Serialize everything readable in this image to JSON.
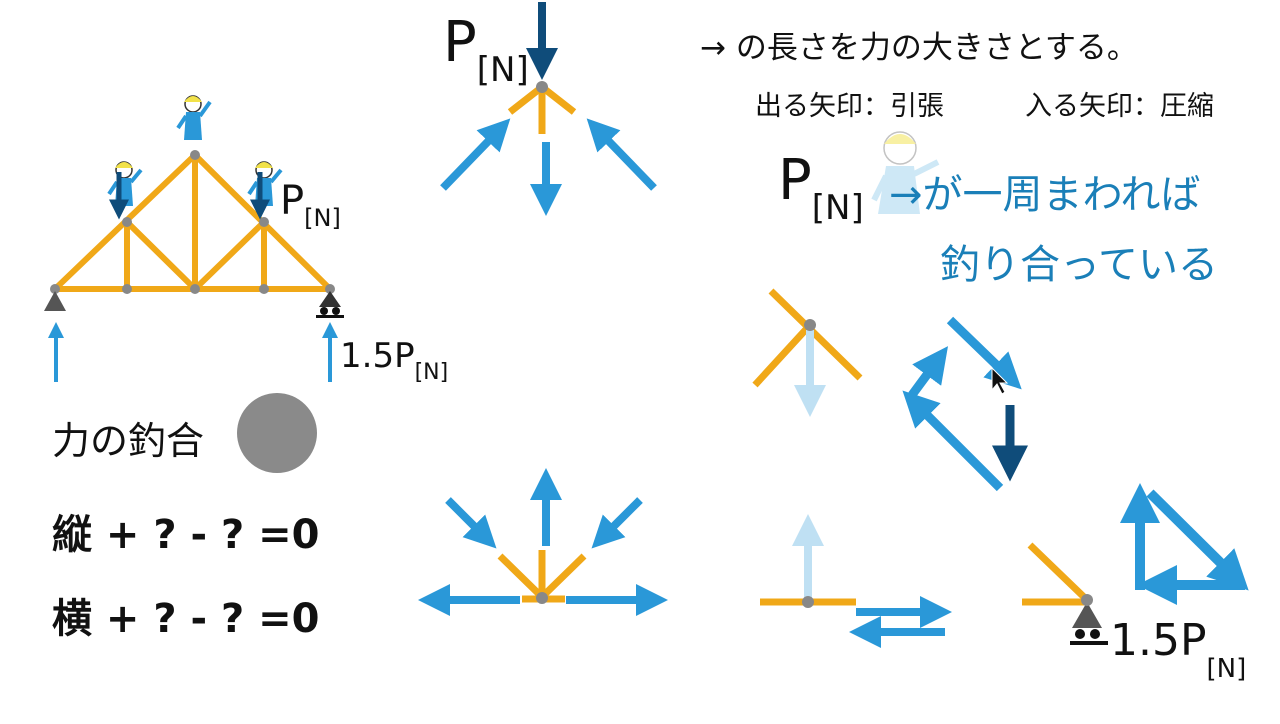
{
  "note": {
    "line1": "→ の長さを力の大きさとする。",
    "line2a": "出る矢印：引張",
    "line2b": "入る矢印：圧縮",
    "cycle1": "→が一周まわれば",
    "cycle2": "釣り合っている"
  },
  "load_label": {
    "p": "P",
    "unit": "[N]"
  },
  "reaction_label": {
    "value": "1.5P",
    "unit": "[N]"
  },
  "equilibrium": {
    "title": "力の釣合",
    "vertical": "縦 + ? - ? =0",
    "horizontal": "横 + ? - ? =0"
  },
  "colors": {
    "member": "#f0a818",
    "joint": "#888888",
    "arrow_blue": "#2a98d8",
    "arrow_dark": "#0f4c7a",
    "arrow_light": "#bfe0f3",
    "support": "#555555",
    "text_blue": "#1a7fb8"
  }
}
